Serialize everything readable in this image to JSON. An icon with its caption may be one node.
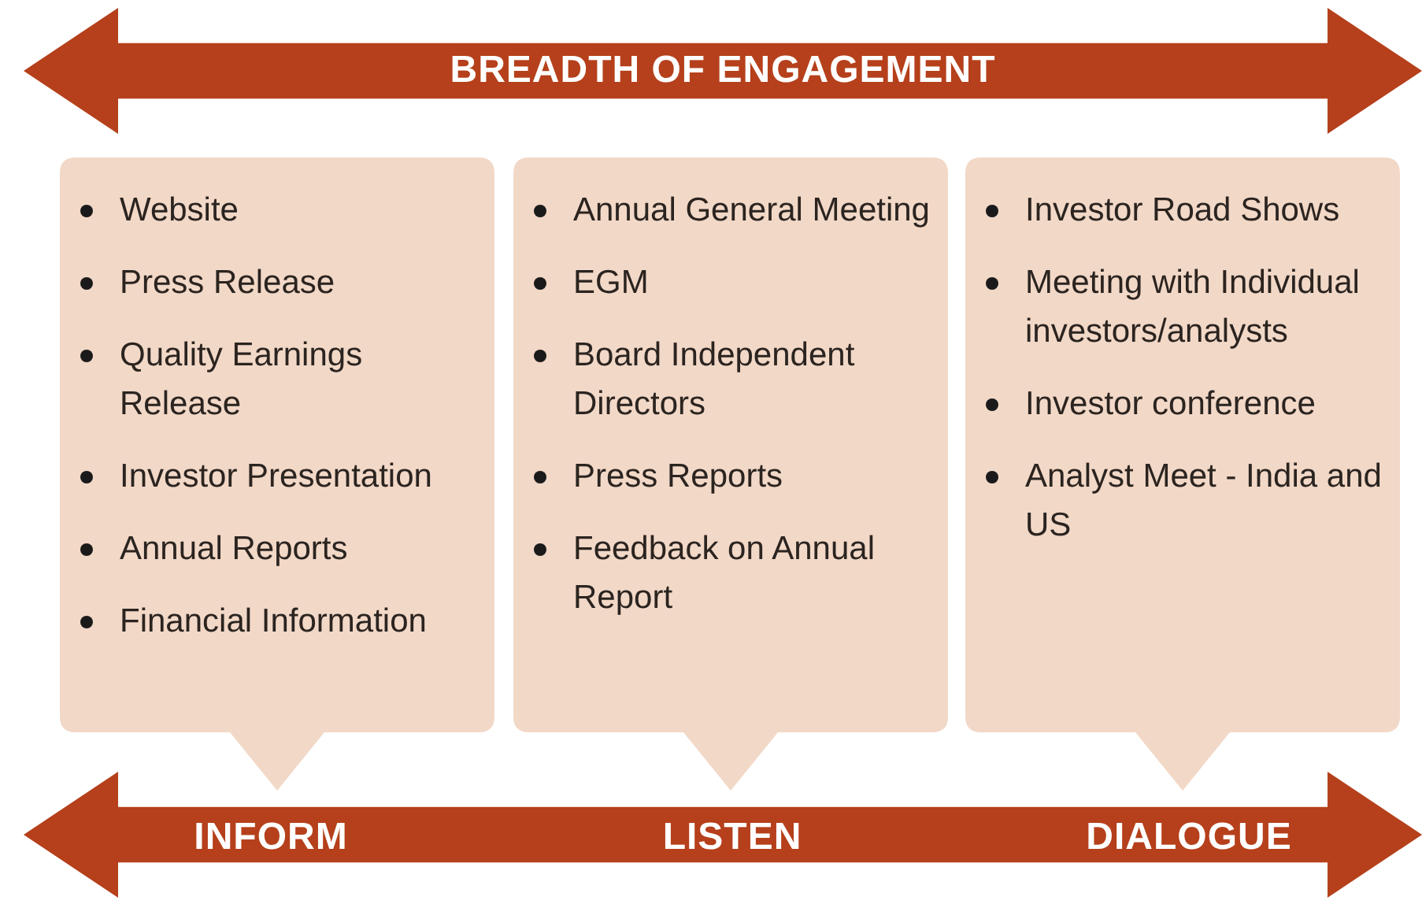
{
  "diagram": {
    "nodes": [
      {
        "text": [
          "BREADTH OF ENGAGEMENT"
        ]
      },
      {
        "text": [
          "Website",
          "Press Release",
          "Quality Earnings Release",
          "Investor Presentation",
          "Annual Reports",
          "Financial Information"
        ]
      },
      {
        "text": [
          "Annual General Meeting",
          "EGM",
          "Board Independent Directors",
          "Press Reports",
          "Feedback on Annual Report"
        ]
      },
      {
        "text": [
          "Investor Road Shows",
          "Meeting with Individual investors/analysts",
          "Investor conference",
          "Analyst Meet - India and US"
        ]
      },
      {
        "text": [
          "INFORM",
          "LISTEN",
          "DIALOGUE"
        ]
      }
    ]
  }
}
